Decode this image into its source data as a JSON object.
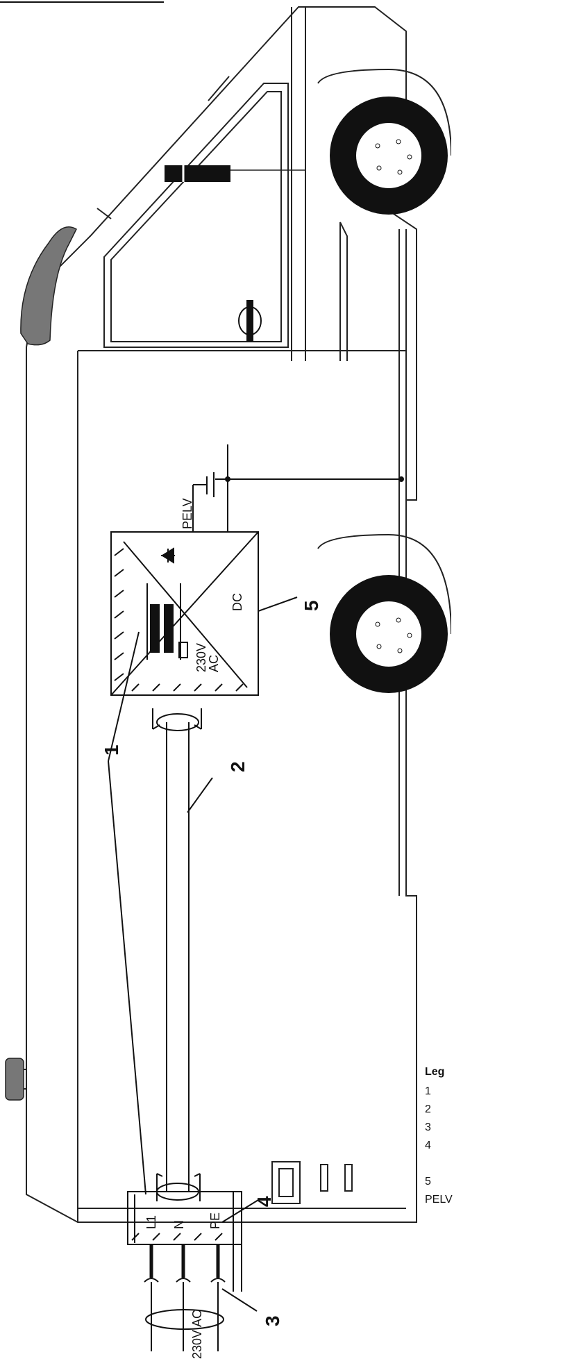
{
  "diagram": {
    "callouts": {
      "n1": "1",
      "n2": "2",
      "n3": "3",
      "n4": "4",
      "n5": "5"
    },
    "labels": {
      "l1": "L1",
      "n": "N",
      "pe": "PE",
      "supply": "230V AC",
      "pelv": "PELV",
      "dc": "DC",
      "ac_230v": "230V",
      "ac": "AC"
    }
  },
  "legend": {
    "title": "Leg",
    "items": [
      "1",
      "2",
      "3",
      "4",
      "5",
      "PELV"
    ]
  }
}
